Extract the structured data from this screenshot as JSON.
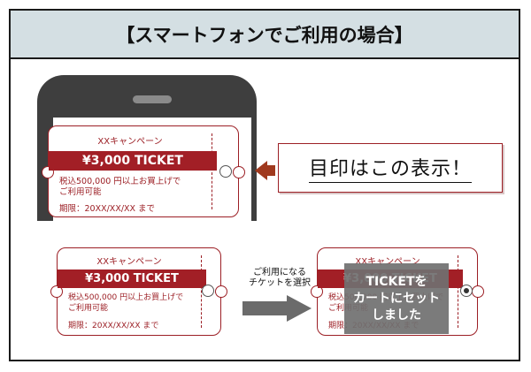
{
  "header": {
    "title": "【スマートフォンでご利用の場合】"
  },
  "callout": {
    "text": "目印はこの表示！"
  },
  "ticket": {
    "campaign": "XXキャンペーン",
    "amount": "¥3,000 TICKET",
    "tax_line1": "税込500,000 円以上お買上げで",
    "tax_line2": "ご利用可能",
    "expiry": "期限：20XX/XX/XX まで"
  },
  "process": {
    "line1": "ご利用になる",
    "line2": "チケットを選択"
  },
  "overlay": {
    "line1": "TICKETを",
    "line2": "カートにセット",
    "line3": "しました"
  },
  "colors": {
    "accent": "#a21f26",
    "header_bg": "#d4dfe3",
    "phone": "#3e3e3e",
    "overlay": "#707070"
  }
}
